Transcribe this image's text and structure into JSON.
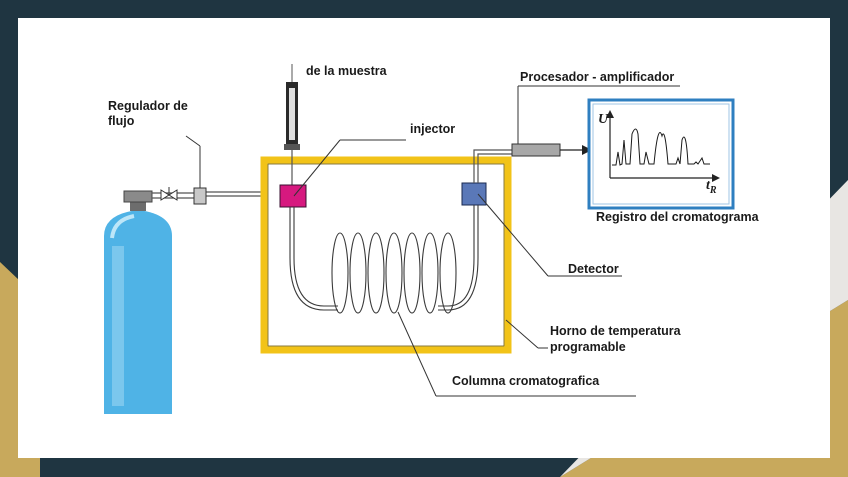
{
  "labels": {
    "sample": "de la muestra",
    "flow_regulator_line1": "Regulador de",
    "flow_regulator_line2": "flujo",
    "injector": "injector",
    "processor": "Procesador - amplificador",
    "record": "Registro del cromatograma",
    "detector": "Detector",
    "oven_line1": "Horno de temperatura",
    "oven_line2": "programable",
    "column": "Columna cromatografica",
    "axis_u": "U",
    "axis_t": "t",
    "axis_t_sub": "R"
  },
  "colors": {
    "background": "#1f3541",
    "gold_accent": "#c8a95c",
    "slide": "#ffffff",
    "oven_frame": "#f2c318",
    "injector": "#d6197f",
    "detector": "#5a78b8",
    "cylinder": "#4fb3e6",
    "chromatogram_frame": "#2f7fc0"
  },
  "icons": {
    "gas_cylinder": "cylinder-icon",
    "valve": "valve-icon",
    "syringe": "syringe-icon"
  }
}
